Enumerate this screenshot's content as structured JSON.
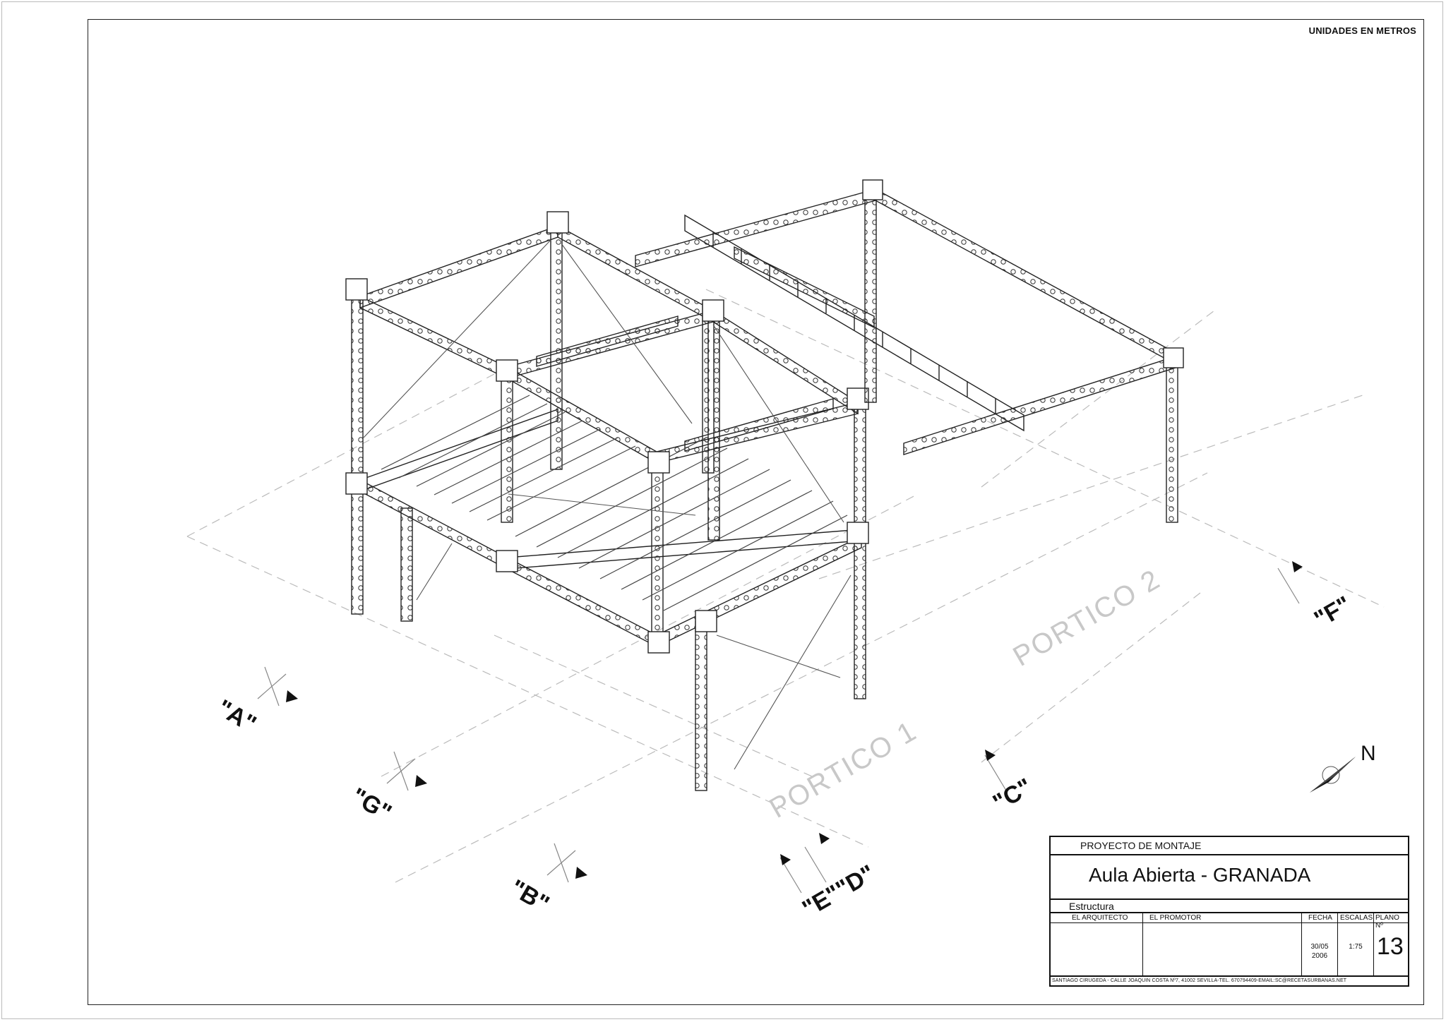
{
  "sheet": {
    "units_note": "UNIDADES EN METROS"
  },
  "axis_labels": {
    "a": "\"A\"",
    "g": "\"G\"",
    "b": "\"B\"",
    "ed": "\"E\"\"D\"",
    "c": "\"C\"",
    "f": "\"F\""
  },
  "porticos": {
    "p1": "PORTICO 1",
    "p2": "PORTICO 2"
  },
  "north_arrow": {
    "label": "N",
    "icon": "north-arrow-icon"
  },
  "title_block": {
    "project": "PROYECTO DE MONTAJE",
    "name": "Aula Abierta - GRANADA",
    "sheet_type": "Estructura",
    "architect_header": "EL ARQUITECTO",
    "promoter_header": "EL PROMOTOR",
    "date_header": "FECHA",
    "scale_header": "ESCALAS",
    "plan_header": "PLANO Nº",
    "date_value_1": "30/05",
    "date_value_2": "2006",
    "scale_value": "1:75",
    "plan_number": "13",
    "footer": "SANTIAGO CIRUGEDA - CALLE JOAQUIN COSTA Nº7, 41002 SEVILLA-TEL. 670794409-EMAIL:SC@RECETASURBANAS.NET"
  }
}
